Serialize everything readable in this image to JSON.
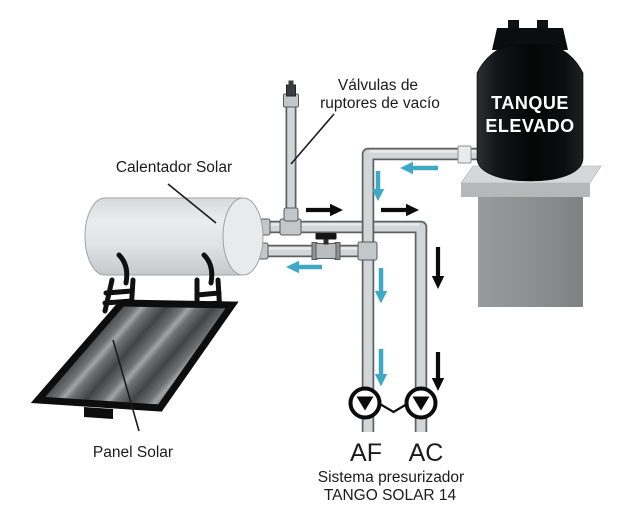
{
  "diagram": {
    "labels": {
      "vacuum_line1": "Válvulas de",
      "vacuum_line2": "ruptores de vacío",
      "solar_heater": "Calentador Solar",
      "solar_panel": "Panel Solar",
      "tank_line1": "TANQUE",
      "tank_line2": "ELEVADO",
      "cold_outlet": "AF",
      "hot_outlet": "AC",
      "caption_line1": "Sistema presurizador",
      "caption_line2": "TANGO SOLAR 14"
    },
    "colors": {
      "cold_flow": "#3FA8C4",
      "hot_flow": "#0B0B0B",
      "pipe": "#D2D6D9",
      "tank": "#0C0D0E",
      "panel": "#4A4B4D",
      "heater": "#E2E3E5",
      "pedestal": "#8F9194"
    }
  }
}
